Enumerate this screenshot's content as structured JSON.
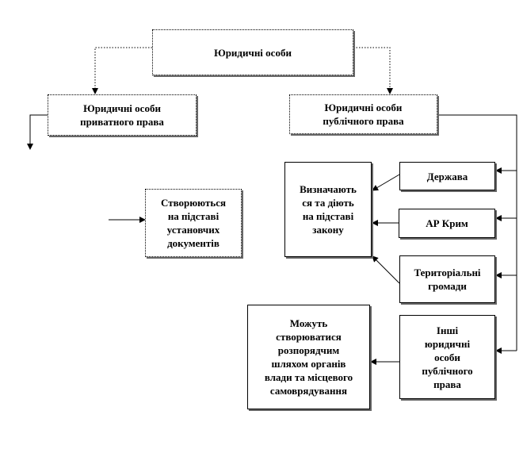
{
  "diagram": {
    "root": "Юридичні особи",
    "private": "Юридичні особи\nприватного права",
    "public": "Юридичні особи\nпублічного права",
    "created_by_docs": "Створюються\nна підставі\nустановчих\nдокументів",
    "defined_by_law": "Визначають\nся та діють\nна підставі\nзакону",
    "state": "Держава",
    "crimea": "АР Крим",
    "communities": "Територіальні\nгромади",
    "other_public": "Інші\nюридичні\nособи\nпублічного\nправа",
    "created_by_order": "Можуть\nстворюватися\nрозпорядчим\nшляхом органів\nвлади та місцевого\nсамоврядування"
  }
}
